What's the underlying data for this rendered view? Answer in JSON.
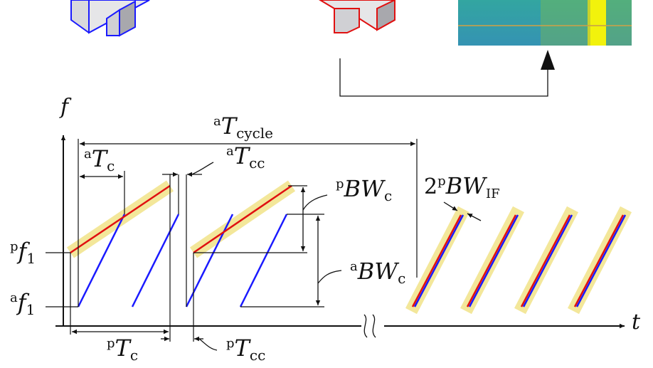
{
  "axes": {
    "y_label": "f",
    "x_label": "t"
  },
  "labels": {
    "t_cycle": {
      "sup": "a",
      "main": "T",
      "sub": "cycle"
    },
    "a_tc": {
      "sup": "a",
      "main": "T",
      "sub": "c"
    },
    "a_tcc": {
      "sup": "a",
      "main": "T",
      "sub": "cc"
    },
    "p_bwc": {
      "sup": "p",
      "main": "BW",
      "sub": "c"
    },
    "a_bwc": {
      "sup": "a",
      "main": "BW",
      "sub": "c"
    },
    "p_bwif": {
      "pre": "2",
      "sup": "p",
      "main": "BW",
      "sub": "IF"
    },
    "p_f1": {
      "sup": "p",
      "main": "f",
      "sub": "1"
    },
    "a_f1": {
      "sup": "a",
      "main": "f",
      "sub": "1"
    },
    "p_tc": {
      "sup": "p",
      "main": "T",
      "sub": "c"
    },
    "p_tcc": {
      "sup": "p",
      "main": "T",
      "sub": "cc"
    }
  },
  "colors": {
    "attacker_chirp": "#1a1aff",
    "pirate_chirp": "#e01010",
    "bandwidth_band": "#f3e79a",
    "spectrogram_bg": "#1f9fa5",
    "spectrogram_bar": "#f2f20c"
  }
}
